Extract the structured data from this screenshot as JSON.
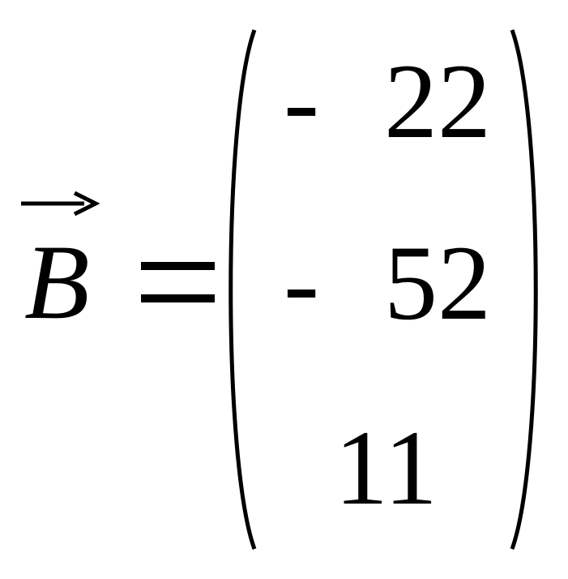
{
  "equation": {
    "vector_symbol": "B",
    "equals": "=",
    "components": [
      {
        "sign": "-",
        "value": "22"
      },
      {
        "sign": "-",
        "value": "52"
      },
      {
        "sign": "",
        "value": "11"
      }
    ]
  },
  "colors": {
    "ink": "#000000",
    "background": "#ffffff"
  },
  "icons": {
    "vector_arrow": "right-arrow-icon"
  }
}
